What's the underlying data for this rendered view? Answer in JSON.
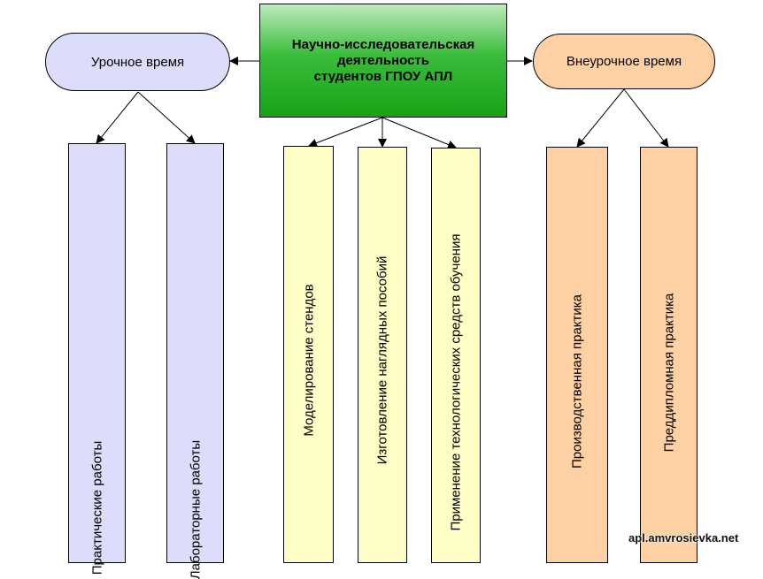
{
  "central": {
    "title_line1": "Научно-исследовательская",
    "title_line2": "деятельность",
    "title_line3": "студентов ГПОУ АПЛ"
  },
  "left_group": {
    "label": "Урочное время",
    "items": [
      {
        "label": "Практические работы"
      },
      {
        "label": "Лабораторные работы"
      }
    ]
  },
  "middle_group": {
    "items": [
      {
        "label": "Моделирование стендов"
      },
      {
        "label": "Изготовление наглядных пособий"
      },
      {
        "label": "Применение технологических средств обучения"
      }
    ]
  },
  "right_group": {
    "label": "Внеурочное время",
    "items": [
      {
        "label": "Производственная практика"
      },
      {
        "label": "Преддипломная практика"
      }
    ]
  },
  "watermark": "apl.amvrosievka.net",
  "colors": {
    "central_green": "#17a317",
    "left_fill": "#dcdcfb",
    "middle_fill": "#fdfdc5",
    "right_fill": "#fdd1a3"
  }
}
